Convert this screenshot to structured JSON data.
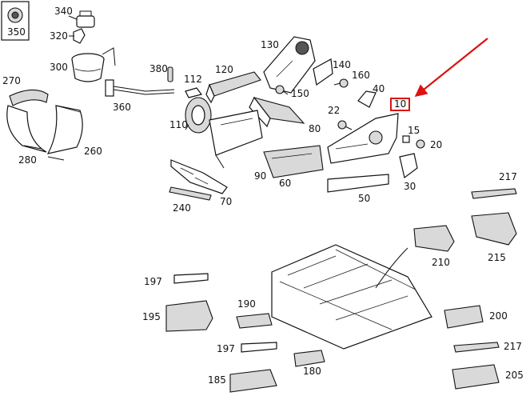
{
  "diagram": {
    "highlighted_part": "10",
    "highlight_color": "#dd1111",
    "labels": {
      "p350": "350",
      "p340": "340",
      "p320": "320",
      "p300": "300",
      "p360": "360",
      "p380": "380",
      "p270": "270",
      "p280": "280",
      "p260": "260",
      "p112": "112",
      "p110": "110",
      "p120": "120",
      "p130": "130",
      "p140": "140",
      "p160": "160",
      "p150": "150",
      "p40": "40",
      "p80": "80",
      "p90": "90",
      "p60": "60",
      "p22": "22",
      "p15": "15",
      "p20": "20",
      "p30": "30",
      "p50": "50",
      "p70": "70",
      "p240": "240",
      "p217a": "217",
      "p215": "215",
      "p210": "210",
      "p197a": "197",
      "p195": "195",
      "p190": "190",
      "p200": "200",
      "p197b": "197",
      "p217b": "217",
      "p185": "185",
      "p180": "180",
      "p205": "205"
    }
  }
}
